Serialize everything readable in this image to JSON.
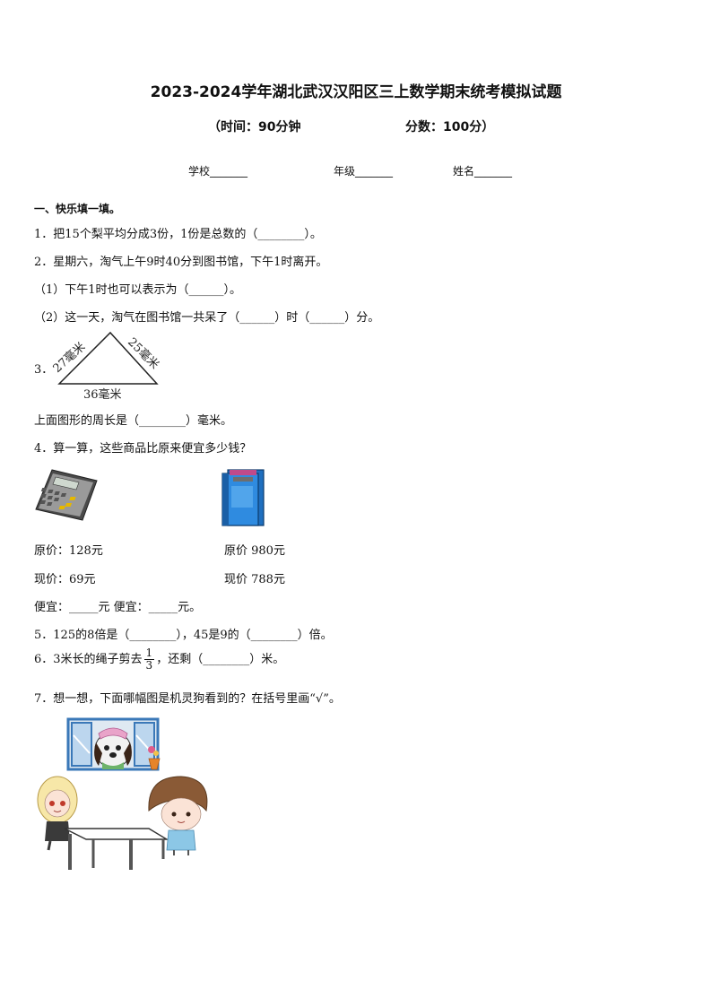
{
  "header": {
    "title": "2023-2024学年湖北武汉汉阳区三上数学期末统考模拟试题",
    "time": "（时间：90分钟",
    "score": "分数：100分）",
    "school_label": "学校_______",
    "grade_label": "年级_______",
    "name_label": "姓名_______"
  },
  "section1": {
    "heading": "一、快乐填一填。",
    "q1": "1．把15个梨平均分成3份，1份是总数的（________）。",
    "q2": "2．星期六，淘气上午9时40分到图书馆，下午1时离开。",
    "q2_1": "（1）下午1时也可以表示为（______）。",
    "q2_2": "（2）这一天，淘气在图书馆一共呆了（______）时（______）分。",
    "q3_num": "3．",
    "q3_side_left": "27毫米",
    "q3_side_right": "25毫米",
    "q3_base": "36毫米",
    "q3_text": "上面图形的周长是（________）毫米。",
    "q4": "4．算一算，这些商品比原来便宜多少钱？",
    "q4_item1_orig": "原价：128元",
    "q4_item1_now": "现价：69元",
    "q4_item2_orig": "原价 980元",
    "q4_item2_now": "现价 788元",
    "q4_cheaper": "便宜：_____元 便宜：_____元。",
    "q5": "5．125的8倍是（________），45是9的（________）倍。",
    "q6_pre": "6．3米长的绳子剪去",
    "q6_num": "1",
    "q6_den": "3",
    "q6_post": "，还剩（________）米。",
    "q7": "7．想一想，下面哪幅图是机灵狗看到的？在括号里画“√”。"
  }
}
